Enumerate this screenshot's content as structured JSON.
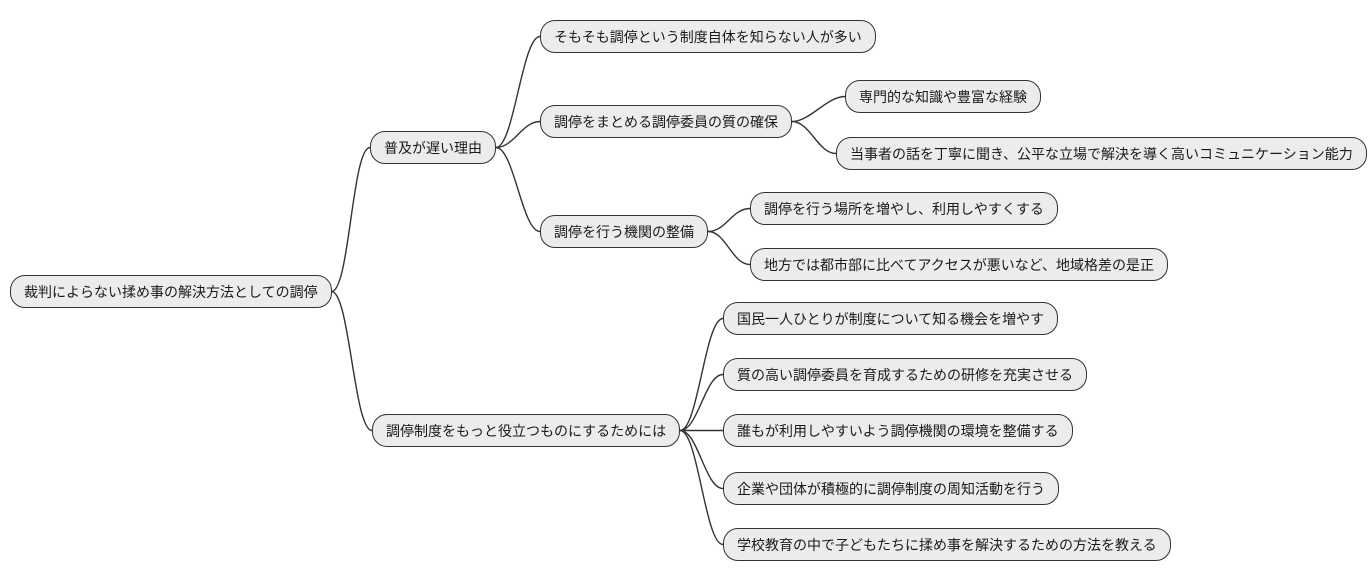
{
  "diagram": {
    "type": "mindmap",
    "orientation": "left-to-right",
    "language": "ja",
    "colors": {
      "node_fill": "#ececec",
      "node_border": "#333333",
      "edge_color": "#333333",
      "text_color": "#1a1a1a",
      "background": "#ffffff"
    }
  },
  "nodes": {
    "root": {
      "label": "裁判によらない揉め事の解決方法としての調停",
      "level": 0
    },
    "slow_adoption_reasons": {
      "label": "普及が遅い理由",
      "level": 1
    },
    "improvement_measures": {
      "label": "調停制度をもっと役立つものにするためには",
      "level": 1
    },
    "low_awareness": {
      "label": "そもそも調停という制度自体を知らない人が多い",
      "level": 2
    },
    "mediator_quality": {
      "label": "調停をまとめる調停委員の質の確保",
      "level": 2
    },
    "institution_development": {
      "label": "調停を行う機関の整備",
      "level": 2
    },
    "expertise_experience": {
      "label": "専門的な知識や豊富な経験",
      "level": 3
    },
    "communication_skill": {
      "label": "当事者の話を丁寧に聞き、公平な立場で解決を導く高いコミュニケーション能力",
      "level": 3
    },
    "more_locations": {
      "label": "調停を行う場所を増やし、利用しやすくする",
      "level": 3
    },
    "regional_disparity": {
      "label": "地方では都市部に比べてアクセスが悪いなど、地域格差の是正",
      "level": 3
    },
    "public_awareness": {
      "label": "国民一人ひとりが制度について知る機会を増やす",
      "level": 2
    },
    "mediator_training": {
      "label": "質の高い調停委員を育成するための研修を充実させる",
      "level": 2
    },
    "accessible_environment": {
      "label": "誰もが利用しやすいよう調停機関の環境を整備する",
      "level": 2
    },
    "corporate_promotion": {
      "label": "企業や団体が積極的に調停制度の周知活動を行う",
      "level": 2
    },
    "school_education": {
      "label": "学校教育の中で子どもたちに揉め事を解決するための方法を教える",
      "level": 2
    }
  },
  "edges": [
    {
      "from": "root",
      "to": "slow_adoption_reasons"
    },
    {
      "from": "root",
      "to": "improvement_measures"
    },
    {
      "from": "slow_adoption_reasons",
      "to": "low_awareness"
    },
    {
      "from": "slow_adoption_reasons",
      "to": "mediator_quality"
    },
    {
      "from": "slow_adoption_reasons",
      "to": "institution_development"
    },
    {
      "from": "mediator_quality",
      "to": "expertise_experience"
    },
    {
      "from": "mediator_quality",
      "to": "communication_skill"
    },
    {
      "from": "institution_development",
      "to": "more_locations"
    },
    {
      "from": "institution_development",
      "to": "regional_disparity"
    },
    {
      "from": "improvement_measures",
      "to": "public_awareness"
    },
    {
      "from": "improvement_measures",
      "to": "mediator_training"
    },
    {
      "from": "improvement_measures",
      "to": "accessible_environment"
    },
    {
      "from": "improvement_measures",
      "to": "corporate_promotion"
    },
    {
      "from": "improvement_measures",
      "to": "school_education"
    }
  ]
}
